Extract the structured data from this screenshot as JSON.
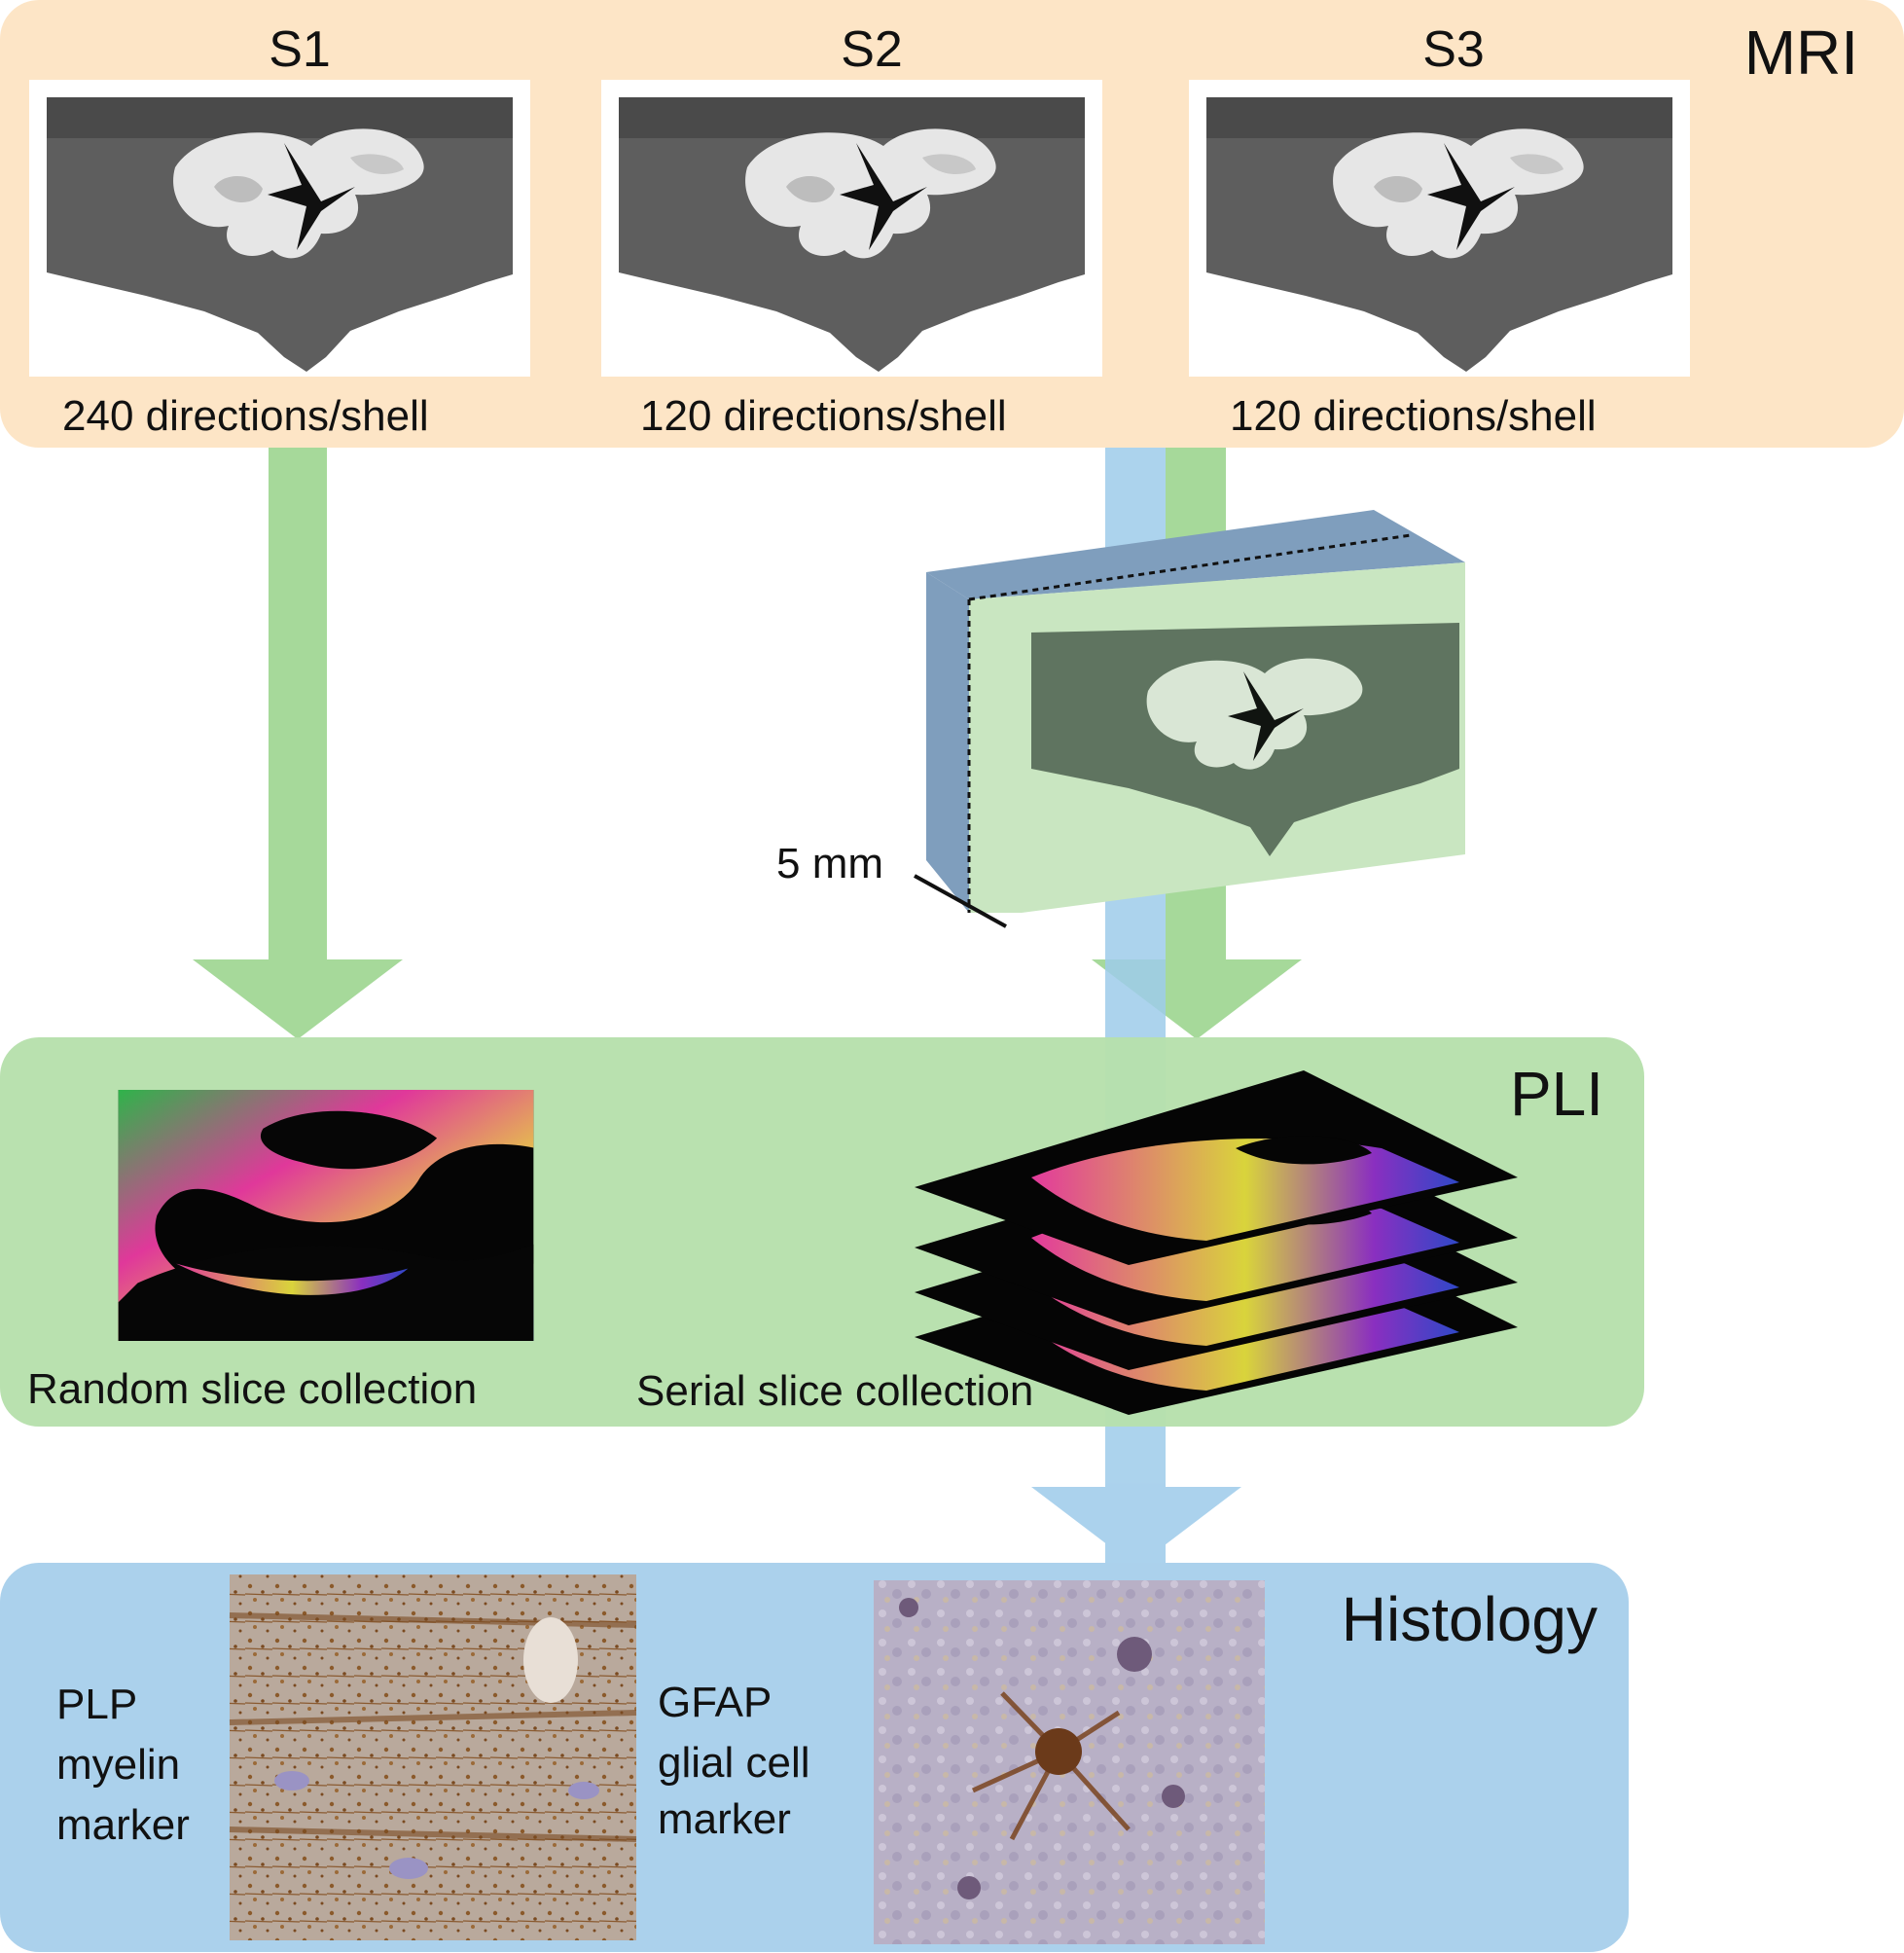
{
  "colors": {
    "mri_bg": "#fde5c6",
    "pli_bg": "#b6e0ac",
    "histology_bg": "#abd1ec",
    "green_arrow": "#a6d99a",
    "blue_arrow": "#9dcbea",
    "block_green": "#c9e6c1",
    "block_blue": "#7f9ebd"
  },
  "mri": {
    "label": "MRI",
    "scans": [
      {
        "title": "S1",
        "caption": "240 directions/shell"
      },
      {
        "title": "S2",
        "caption": "120 directions/shell"
      },
      {
        "title": "S3",
        "caption": "120 directions/shell"
      }
    ]
  },
  "block": {
    "scale_label": "5 mm"
  },
  "pli": {
    "label": "PLI",
    "random_caption": "Random slice collection",
    "serial_caption": "Serial slice collection"
  },
  "histology": {
    "label": "Histology",
    "plp": {
      "line1": "PLP",
      "line2": "myelin",
      "line3": "marker"
    },
    "gfap": {
      "line1": "GFAP",
      "line2": "glial cell",
      "line3": "marker"
    }
  }
}
